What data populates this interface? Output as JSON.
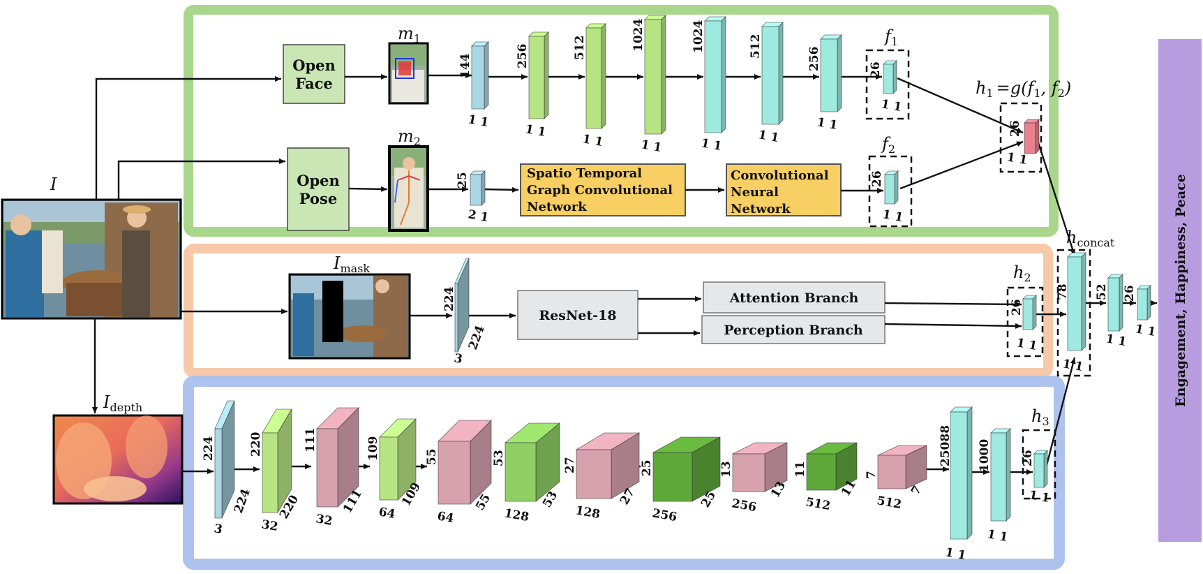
{
  "inputs": {
    "image": "I",
    "mask": "I",
    "mask_sub": "mask",
    "depth": "I",
    "depth_sub": "depth"
  },
  "symbols": {
    "m1": "m",
    "m1_sub": "1",
    "m2": "m",
    "m2_sub": "2",
    "f1": "f",
    "f1_sub": "1",
    "f2": "f",
    "f2_sub": "2",
    "h1": "h",
    "h1_sub": "1",
    "h1_eq": "=g(f",
    "h1_eq_sub1": "1",
    "h1_eq_mid": ", f",
    "h1_eq_sub2": "2",
    "h1_eq_end": ")",
    "h2": "h",
    "h2_sub": "2",
    "h3": "h",
    "h3_sub": "3",
    "hc": "h",
    "hc_sub": "concat"
  },
  "boxes": {
    "openface_1": "Open",
    "openface_2": "Face",
    "openpose_1": "Open",
    "openpose_2": "Pose",
    "stgcn_1": "Spatio Temporal",
    "stgcn_2": "Graph Convolutional",
    "stgcn_3": "Network",
    "cnn_1": "Convolutional",
    "cnn_2": "Neural",
    "cnn_3": "Network",
    "resnet": "ResNet-18",
    "attention": "Attention Branch",
    "perception": "Perception Branch"
  },
  "output_label": "Engagement, Happiness, Peace",
  "face_stream": {
    "sizes": [
      "144",
      "256",
      "512",
      "1024",
      "1024",
      "512",
      "256"
    ],
    "bottom": "1 1",
    "f1_size": "26",
    "f1_bottom": "1 1"
  },
  "pose_stream": {
    "size": "25",
    "bottom": "2 1",
    "f2_size": "26",
    "f2_bottom": "1 1"
  },
  "h1_block": {
    "size": "26",
    "bottom": "1 1"
  },
  "mask_stream": {
    "input_h": "224",
    "input_w": "224",
    "input_c": "3",
    "h2_size": "26",
    "h2_bottom": "1 1"
  },
  "concat": {
    "size": "78",
    "bottom": "1 1",
    "fc1": "52",
    "fc1_bottom": "1 1",
    "fc2": "26",
    "fc2_bottom": "1 1"
  },
  "depth_stream": {
    "input_h": "224",
    "input_w": "224",
    "input_c": "3",
    "layers": [
      {
        "h": "220",
        "c": "32",
        "w": "220"
      },
      {
        "h": "111",
        "c": "32",
        "w": "111"
      },
      {
        "h": "109",
        "c": "64",
        "w": "109"
      },
      {
        "h": "55",
        "c": "64",
        "w": "55"
      },
      {
        "h": "53",
        "c": "128",
        "w": "53"
      },
      {
        "h": "27",
        "c": "128",
        "w": "27"
      },
      {
        "h": "25",
        "c": "256",
        "w": "25"
      },
      {
        "h": "13",
        "c": "256",
        "w": "13"
      },
      {
        "h": "11",
        "c": "512",
        "w": "11"
      },
      {
        "h": "7",
        "c": "512",
        "w": "7"
      }
    ],
    "fc1": "25088",
    "fc1_bottom": "1 1",
    "fc2": "1000",
    "fc2_bottom": "1 1",
    "h3_size": "26",
    "h3_bottom": "1 1"
  },
  "colors": {
    "green_group": "#9fd37e",
    "orange_group": "#f7c6a4",
    "blue_group": "#a9c0ec",
    "face_box": "#c9e6b4",
    "yellow_box": "#f8cf62",
    "gray_box": "#e6e7e9",
    "purple_bar": "#b79ddf",
    "cyan": "#9ee9e0",
    "light_blue": "#a9d7e3",
    "lime": "#b6e482",
    "pink": "#d8a1ae",
    "red": "#e9818e"
  }
}
